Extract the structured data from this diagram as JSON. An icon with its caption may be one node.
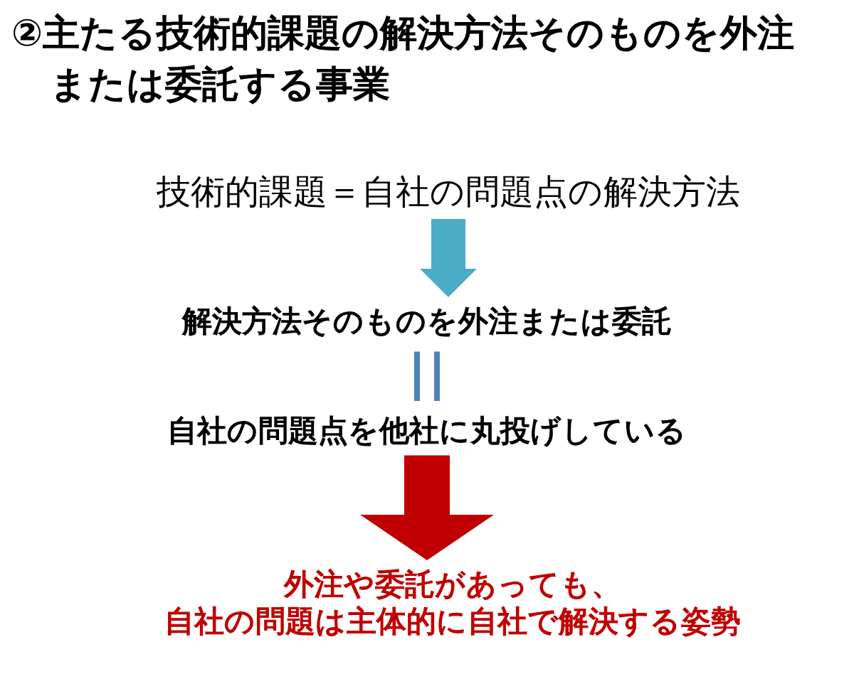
{
  "diagram": {
    "title": "②主たる技術的課題の解決方法そのものを外注または委託する事業",
    "nodes": [
      {
        "text": [
          "技術的課題＝自社の問題点の解決方法"
        ]
      },
      {
        "text": [
          "解決方法そのものを外注または委託"
        ]
      },
      {
        "text": [
          "自社の問題点を他社に丸投げしている"
        ]
      },
      {
        "text": [
          "外注や委託があっても、自社の問題は主体的に自社で解決する姿勢"
        ]
      }
    ],
    "edges": [
      {
        "from": 0,
        "to": 1,
        "arrow": "to",
        "color": "#4bacc6"
      },
      {
        "from": 1,
        "to": 2,
        "arrow": "none",
        "color": "#4f81bd"
      },
      {
        "from": 2,
        "to": 3,
        "arrow": "to",
        "style": "thick",
        "color": "#c00000"
      }
    ]
  }
}
